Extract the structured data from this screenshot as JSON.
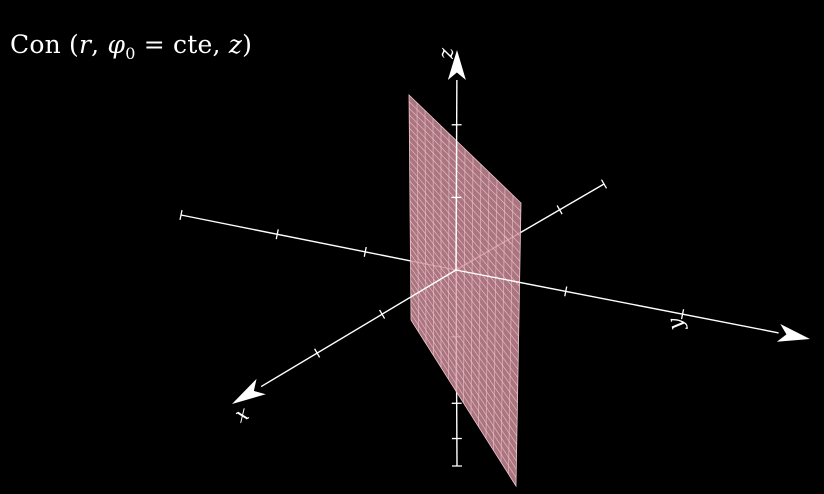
{
  "caption": {
    "prefix": "Con",
    "open": "(",
    "r": "r",
    "sep1": ", ",
    "phi": "φ",
    "phi_sub": "0",
    "eq": " = cte, ",
    "z": "z",
    "close": ")"
  },
  "axes": {
    "x_label": "x",
    "y_label": "y",
    "z_label": "z"
  },
  "colors": {
    "background": "#000000",
    "axis": "#ffffff",
    "plane_fill": "#c98a97",
    "plane_grid": "#f0c8d0"
  }
}
